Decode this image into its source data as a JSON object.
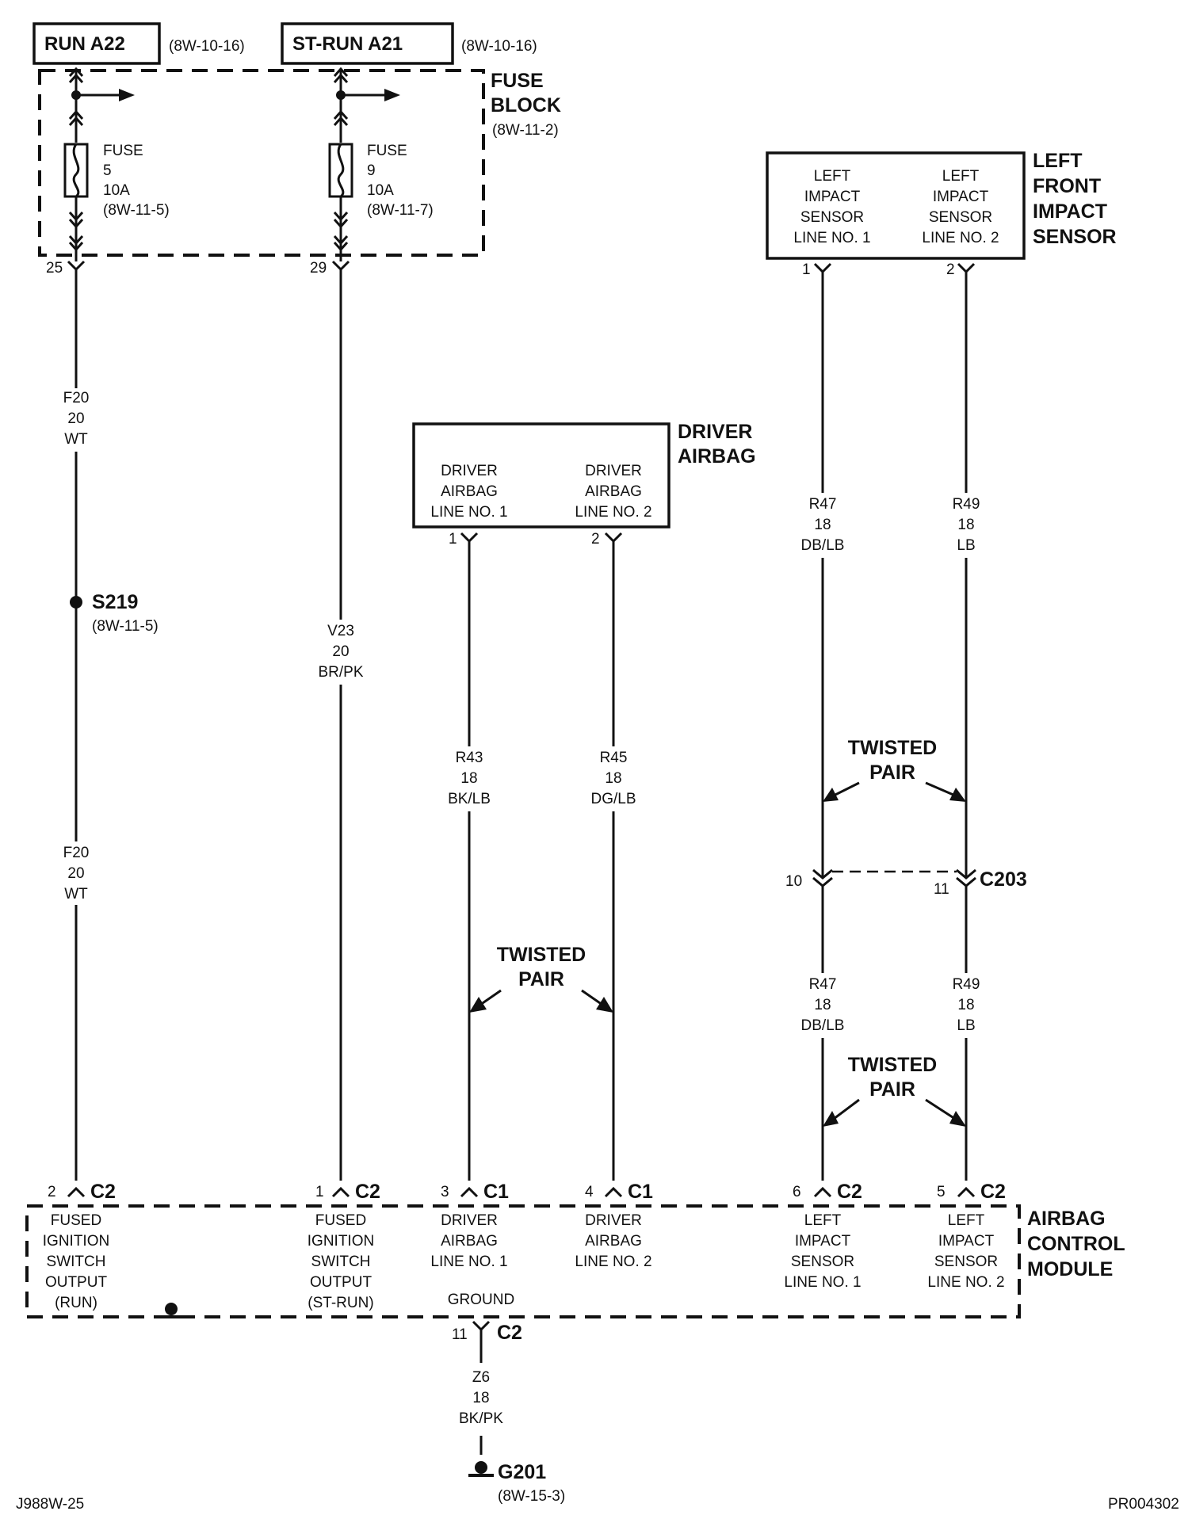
{
  "sources": {
    "run": {
      "label": "RUN A22",
      "ref": "(8W-10-16)"
    },
    "strun": {
      "label": "ST-RUN A21",
      "ref": "(8W-10-16)"
    }
  },
  "fuse_block": {
    "title_line1": "FUSE",
    "title_line2": "BLOCK",
    "ref": "(8W-11-2)",
    "fuse5": {
      "line1": "FUSE",
      "line2": "5",
      "line3": "10A",
      "line4": "(8W-11-5)",
      "pin": "25"
    },
    "fuse9": {
      "line1": "FUSE",
      "line2": "9",
      "line3": "10A",
      "line4": "(8W-11-7)",
      "pin": "29"
    }
  },
  "wires": {
    "f20_top": {
      "l1": "F20",
      "l2": "20",
      "l3": "WT"
    },
    "f20_bot": {
      "l1": "F20",
      "l2": "20",
      "l3": "WT"
    },
    "v23": {
      "l1": "V23",
      "l2": "20",
      "l3": "BR/PK"
    },
    "r43": {
      "l1": "R43",
      "l2": "18",
      "l3": "BK/LB"
    },
    "r45": {
      "l1": "R45",
      "l2": "18",
      "l3": "DG/LB"
    },
    "r47_top": {
      "l1": "R47",
      "l2": "18",
      "l3": "DB/LB"
    },
    "r49_top": {
      "l1": "R49",
      "l2": "18",
      "l3": "LB"
    },
    "r47_bot": {
      "l1": "R47",
      "l2": "18",
      "l3": "DB/LB"
    },
    "r49_bot": {
      "l1": "R49",
      "l2": "18",
      "l3": "LB"
    },
    "z6": {
      "l1": "Z6",
      "l2": "18",
      "l3": "BK/PK"
    }
  },
  "splice": {
    "label": "S219",
    "ref": "(8W-11-5)"
  },
  "driver_airbag": {
    "title_line1": "DRIVER",
    "title_line2": "AIRBAG",
    "line1": {
      "a": "DRIVER",
      "b": "AIRBAG",
      "c": "LINE NO. 1",
      "pin": "1"
    },
    "line2": {
      "a": "DRIVER",
      "b": "AIRBAG",
      "c": "LINE NO. 2",
      "pin": "2"
    }
  },
  "impact_sensor": {
    "title_line1": "LEFT",
    "title_line2": "FRONT",
    "title_line3": "IMPACT",
    "title_line4": "SENSOR",
    "line1": {
      "a": "LEFT",
      "b": "IMPACT",
      "c": "SENSOR",
      "d": "LINE NO. 1",
      "pin": "1"
    },
    "line2": {
      "a": "LEFT",
      "b": "IMPACT",
      "c": "SENSOR",
      "d": "LINE NO. 2",
      "pin": "2"
    }
  },
  "twisted_pairs": [
    {
      "line1": "TWISTED",
      "line2": "PAIR"
    },
    {
      "line1": "TWISTED",
      "line2": "PAIR"
    },
    {
      "line1": "TWISTED",
      "line2": "PAIR"
    }
  ],
  "connector_c203": {
    "label": "C203",
    "pin_a": "10",
    "pin_b": "11"
  },
  "acm": {
    "title_line1": "AIRBAG",
    "title_line2": "CONTROL",
    "title_line3": "MODULE",
    "pins": [
      {
        "pin": "2",
        "conn": "C2",
        "lines": [
          "FUSED",
          "IGNITION",
          "SWITCH",
          "OUTPUT",
          "(RUN)"
        ]
      },
      {
        "pin": "1",
        "conn": "C2",
        "lines": [
          "FUSED",
          "IGNITION",
          "SWITCH",
          "OUTPUT",
          "(ST-RUN)"
        ]
      },
      {
        "pin": "3",
        "conn": "C1",
        "lines": [
          "DRIVER",
          "AIRBAG",
          "LINE NO. 1"
        ]
      },
      {
        "pin": "4",
        "conn": "C1",
        "lines": [
          "DRIVER",
          "AIRBAG",
          "LINE NO. 2"
        ]
      },
      {
        "pin": "6",
        "conn": "C2",
        "lines": [
          "LEFT",
          "IMPACT",
          "SENSOR",
          "LINE NO. 1"
        ]
      },
      {
        "pin": "5",
        "conn": "C2",
        "lines": [
          "LEFT",
          "IMPACT",
          "SENSOR",
          "LINE NO. 2"
        ]
      }
    ],
    "ground_label": "GROUND",
    "ground_pin": "11",
    "ground_conn": "C2"
  },
  "ground": {
    "label": "G201",
    "ref": "(8W-15-3)"
  },
  "footer": {
    "left": "J988W-25",
    "right": "PR004302"
  }
}
